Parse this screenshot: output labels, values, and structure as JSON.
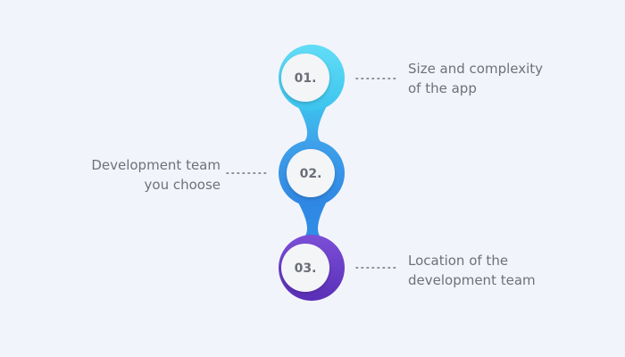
{
  "steps": [
    {
      "number": "01.",
      "lines": [
        "Size and complexity",
        "of the app"
      ],
      "side": "right",
      "color_top": "#62ddf6",
      "color_bottom": "#3cc4ee"
    },
    {
      "number": "02.",
      "lines": [
        "Development team",
        "you choose"
      ],
      "side": "left",
      "color_top": "#3fa2ea",
      "color_bottom": "#2f86e4"
    },
    {
      "number": "03.",
      "lines": [
        "Location of the",
        "development team"
      ],
      "side": "right",
      "color_top": "#7b4fd6",
      "color_bottom": "#5a2fb8"
    }
  ],
  "colors": {
    "background": "#f2f4fb",
    "inner_circle": "#f4f5f7",
    "connector_dots": "#6e717a",
    "text": "#6e717a"
  }
}
